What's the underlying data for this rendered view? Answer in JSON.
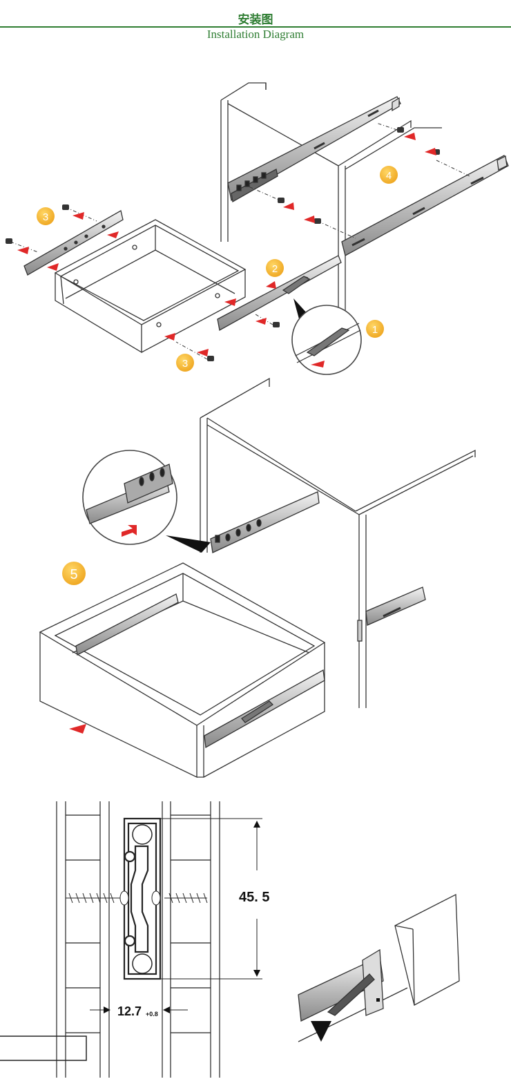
{
  "header": {
    "title_cn": "安装图",
    "title_en": "Installation Diagram"
  },
  "colors": {
    "title": "#2e7d32",
    "badge": "#f5b82e",
    "arrow": "#e02828",
    "line": "#333333"
  },
  "steps": {
    "one": "1",
    "two": "2",
    "three_left": "3",
    "three_bottom": "3",
    "four": "4",
    "five": "5"
  },
  "dimensions": {
    "height": "45. 5",
    "width": "12.7",
    "width_tolerance": "+0.8"
  }
}
